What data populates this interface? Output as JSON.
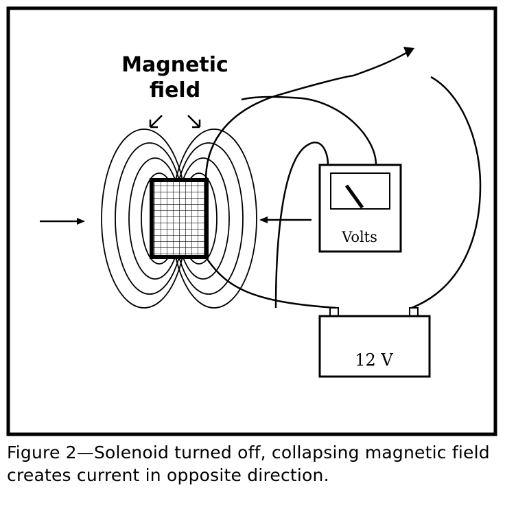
{
  "diagram": {
    "field_label_line1": "Magnetic",
    "field_label_line2": "field",
    "meter_label": "Volts",
    "battery_label": "12 V"
  },
  "caption": "Figure 2—Solenoid turned off, collapsing magnetic field creates current in opposite direction."
}
